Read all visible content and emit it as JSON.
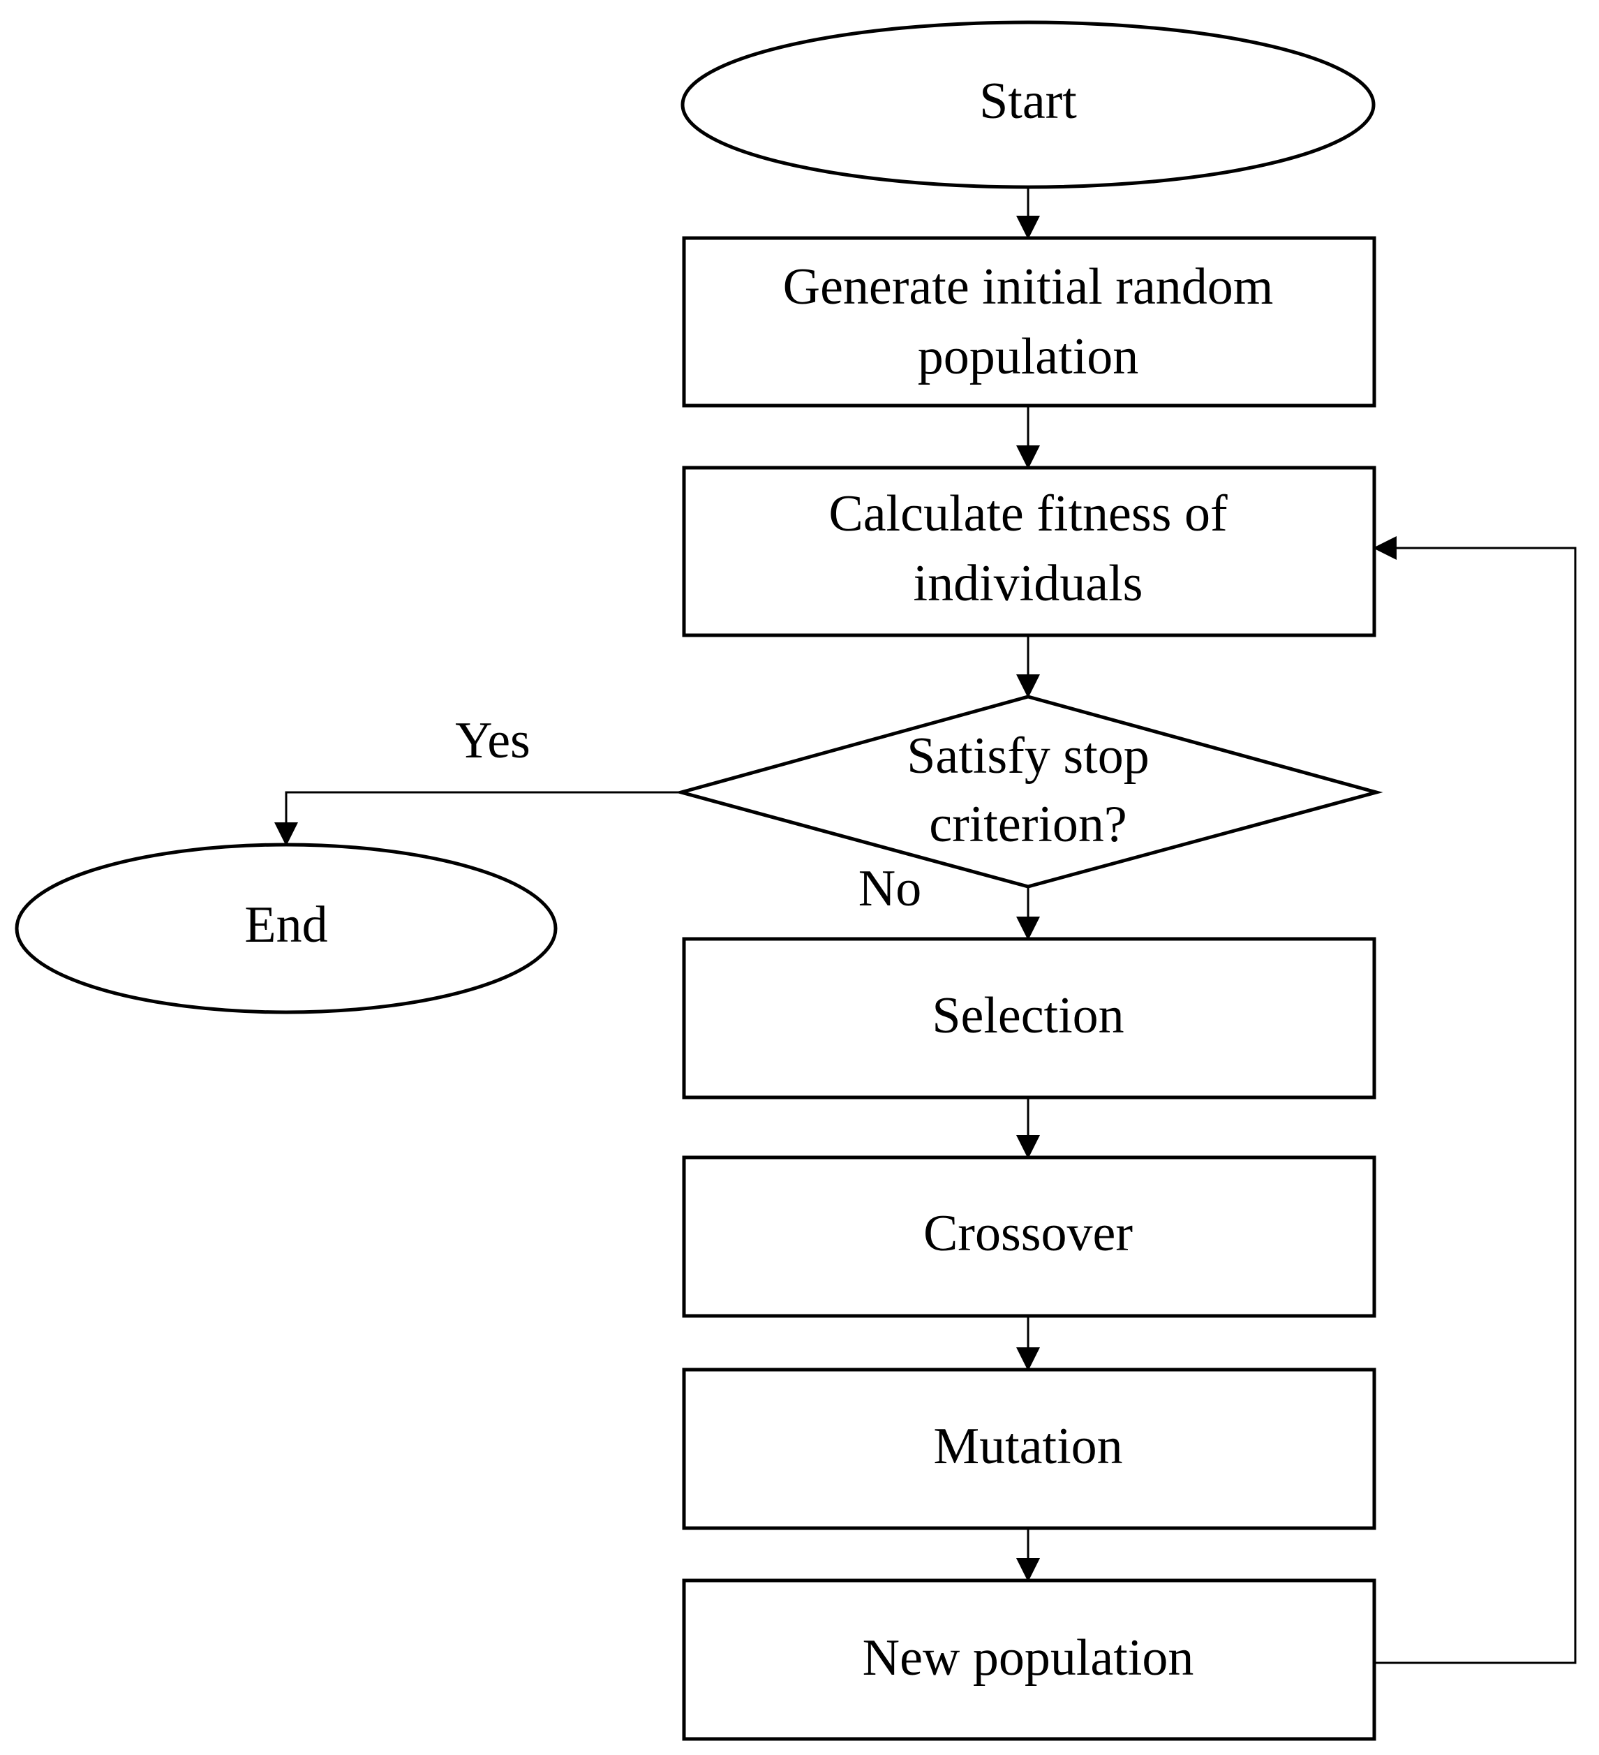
{
  "nodes": {
    "start": {
      "label": "Start"
    },
    "generate": {
      "line1": "Generate initial random",
      "line2": "population"
    },
    "fitness": {
      "line1": "Calculate fitness of",
      "line2": "individuals"
    },
    "decision": {
      "line1": "Satisfy stop",
      "line2": "criterion?"
    },
    "end": {
      "label": "End"
    },
    "selection": {
      "label": "Selection"
    },
    "crossover": {
      "label": "Crossover"
    },
    "mutation": {
      "label": "Mutation"
    },
    "new_population": {
      "label": "New population"
    }
  },
  "edges": {
    "yes_label": "Yes",
    "no_label": "No"
  }
}
